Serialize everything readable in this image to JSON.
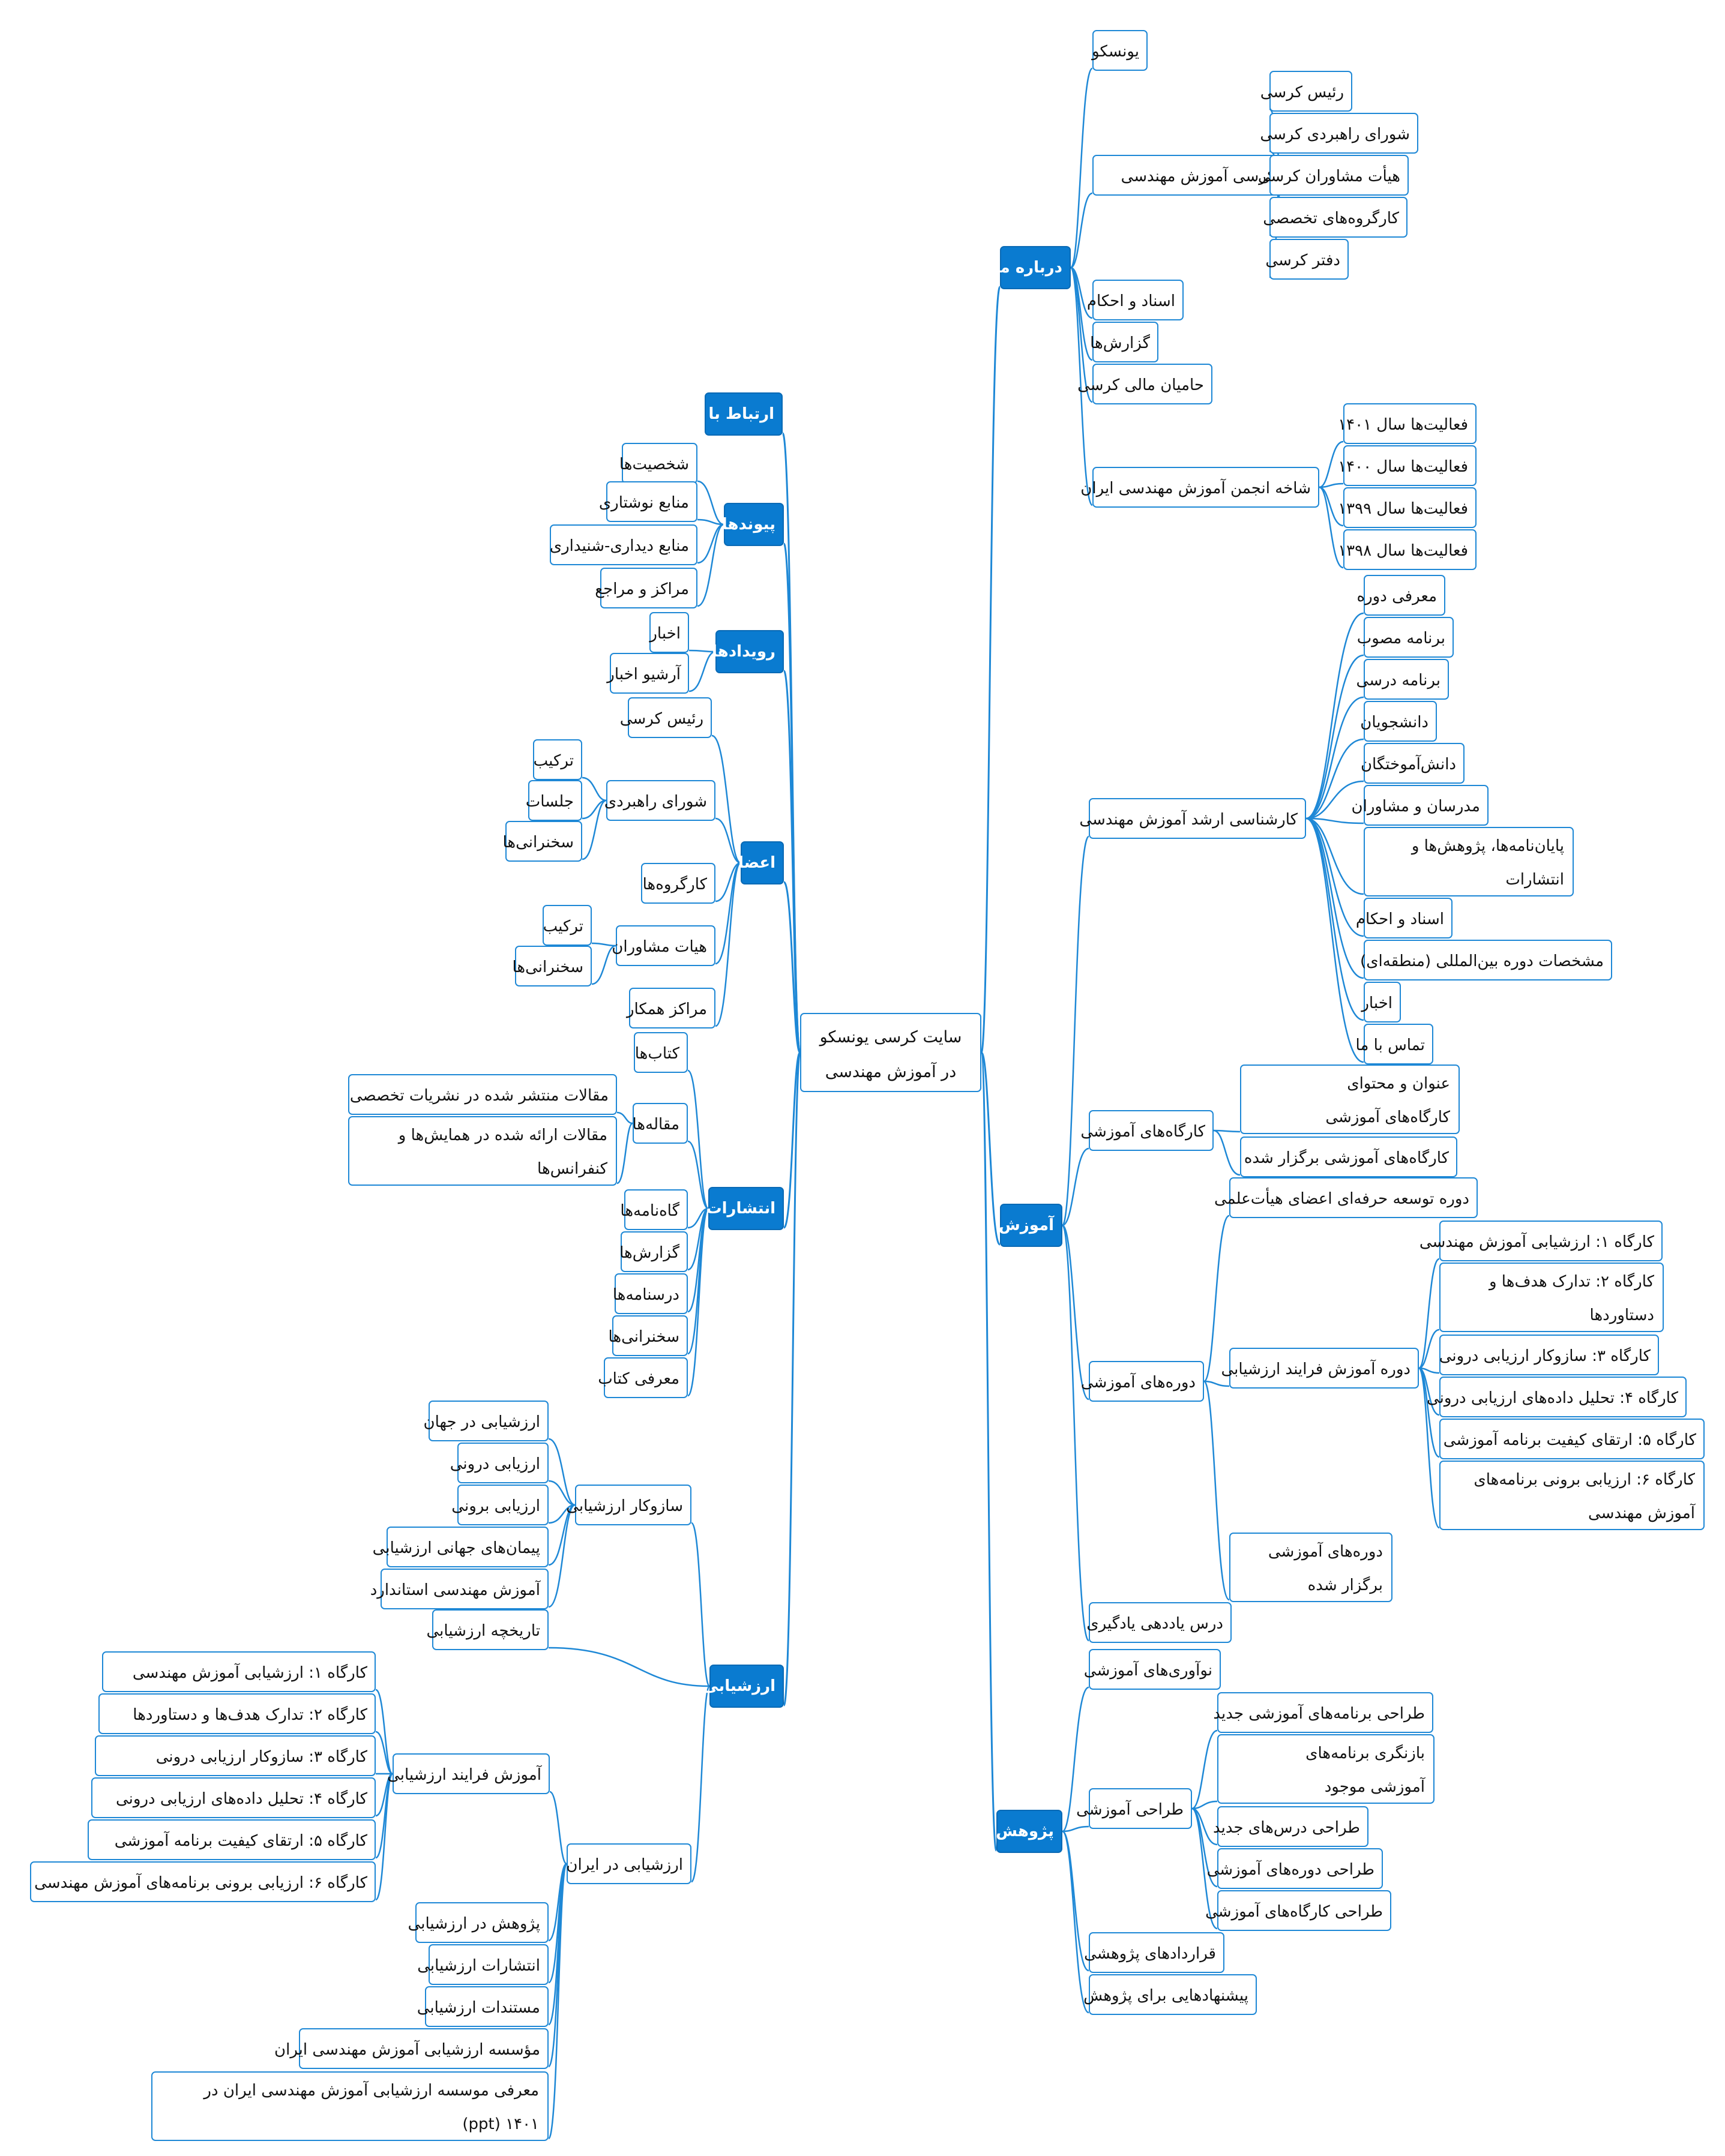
{
  "root": "سایت کرسی یونسکو در آموزش مهندسی",
  "colors": {
    "line": "#1e88d6",
    "main_fill": "#0a7bd0",
    "node_border": "#1e88d6"
  },
  "nodes": {
    "about": "درباره ما",
    "unesco": "یونسکو",
    "chair": "کرسی آموزش مهندسی",
    "chair_head": "رئیس کرسی",
    "steering": "شورای راهبردی کرسی",
    "advisory": "هیأت مشاوران کرسی",
    "workgroups": "کارگروه‌های تخصصی",
    "office": "دفتر کرسی",
    "docs": "اسناد و احکام",
    "reports": "گزارش‌ها",
    "sponsors": "حامیان مالی کرسی",
    "branch": "شاخه انجمن آموزش مهندسی ایران",
    "act1401": "فعالیت‌ها سال ۱۴۰۱",
    "act1400": "فعالیت‌ها سال ۱۴۰۰",
    "act1399": "فعالیت‌ها سال ۱۳۹۹",
    "act1398": "فعالیت‌ها سال ۱۳۹۸",
    "education": "آموزش",
    "masters": "کارشناسی ارشد آموزش مهندسی",
    "m_intro": "معرفی دوره",
    "m_program": "برنامه مصوب",
    "m_curriculum": "برنامه درسی",
    "m_students": "دانشجویان",
    "m_alumni": "دانش‌آموختگان",
    "m_teachers": "مدرسان و مشاوران",
    "m_theses": "پایان‌نامه‌ها، پژوهش‌ها و انتشارات",
    "m_docs": "اسناد و احکام",
    "m_intl": "مشخصات دوره بین‌المللی (منطقه‌ای)",
    "m_news": "اخبار",
    "m_contact": "تماس با ما",
    "workshops": "کارگاه‌های آموزشی",
    "w_content": "عنوان و محتوای کارگاه‌های آموزشی",
    "w_held": "کارگاه‌های آموزشی برگزار شده",
    "courses": "دوره‌های آموزشی",
    "c_faculty": "دوره توسعه حرفه‌ای اعضای هیأت‌علمی",
    "c_eval": "دوره آموزش فرایند ارزشیابی",
    "c_w1": "کارگاه ۱: ارزشیابی آموزش مهندسی",
    "c_w2": "کارگاه ۲: تدارک هدف‌ها و دستاوردها",
    "c_w3": "کارگاه ۳: سازوکار ارزیابی درونی",
    "c_w4": "کارگاه ۴: تحلیل داده‌های ارزیابی درونی",
    "c_w5": "کارگاه ۵: ارتقای کیفیت برنامه آموزشی",
    "c_w6": "کارگاه ۶: ارزیابی برونی برنامه‌های آموزش مهندسی",
    "c_held": "دوره‌های آموزشی برگزار شده",
    "teaching_course": "درس یاددهی یادگیری",
    "research": "پژوهش",
    "innovations": "نوآوری‌های آموزشی",
    "design": "طراحی آموزشی",
    "d_new": "طراحی برنامه‌های آموزشی جدید",
    "d_revise": "بازنگری برنامه‌های آموزشی موجود",
    "d_courses": "طراحی درس‌های جدید",
    "d_programs": "طراحی دوره‌های آموزشی",
    "d_workshops": "طراحی کارگاه‌های آموزشی",
    "contracts": "قراردادهای پژوهشی",
    "proposals": "پیشنهادهایی برای پژوهش",
    "contact": "ارتباط با ما",
    "links": "پیوندها",
    "l_people": "شخصیت‌ها",
    "l_written": "منابع نوشتاری",
    "l_av": "منابع دیداری-شنیداری",
    "l_centers": "مراکز و مراجع",
    "events": "رویدادها",
    "e_news": "اخبار",
    "e_archive": "آرشیو اخبار",
    "members": "اعضا",
    "mb_head": "رئیس کرسی",
    "mb_steering": "شورای راهبردی",
    "mb_s_comp": "ترکیب",
    "mb_s_meet": "جلسات",
    "mb_s_talks": "سخنرانی‌ها",
    "mb_workgroups": "کارگروه‌ها",
    "mb_advisory": "هیات مشاوران",
    "mb_a_comp": "ترکیب",
    "mb_a_talks": "سخنرانی‌ها",
    "mb_partners": "مراکز همکار",
    "publications": "انتشارات",
    "p_books": "کتاب‌ها",
    "p_articles": "مقاله‌ها",
    "p_journal": "مقالات منتشر شده در نشریات تخصصی",
    "p_conf": "مقالات ارائه شده در همایش‌ها و کنفرانس‌ها",
    "p_newsletters": "گاه‌نامه‌ها",
    "p_reports": "گزارش‌ها",
    "p_textbooks": "درسنامه‌ها",
    "p_talks": "سخنرانی‌ها",
    "p_bookintro": "معرفی کتاب",
    "evaluation": "ارزشیابی",
    "ev_mech": "سازوکار ارزشیابی",
    "ev_world": "ارزشیابی در جهان",
    "ev_internal": "ارزیابی درونی",
    "ev_external": "ارزیابی برونی",
    "ev_accords": "پیمان‌های جهانی ارزشیابی",
    "ev_standard": "آموزش مهندسی استاندارد",
    "ev_history": "تاریخچه ارزشیابی",
    "ev_iran": "ارزشیابی در ایران",
    "ev_training": "آموزش فرایند ارزشیابی",
    "ev_w1": "کارگاه ۱: ارزشیابی آموزش مهندسی",
    "ev_w2": "کارگاه ۲: تدارک هدف‌ها و دستاوردها",
    "ev_w3": "کارگاه ۳: سازوکار ارزیابی درونی",
    "ev_w4": "کارگاه ۴: تحلیل داده‌های ارزیابی درونی",
    "ev_w5": "کارگاه ۵: ارتقای کیفیت برنامه آموزشی",
    "ev_w6": "کارگاه ۶: ارزیابی برونی برنامه‌های آموزش مهندسی",
    "ev_research": "پژوهش در ارزشیابی",
    "ev_pubs": "انتشارات ارزشیابی",
    "ev_docs": "مستندات ارزشیابی",
    "ev_institute": "مؤسسه ارزشیابی آموزش مهندسی ایران",
    "ev_intro1401": "معرفی موسسه ارزشیابی آموزش مهندسی ایران در ۱۴۰۱ (ppt)"
  }
}
